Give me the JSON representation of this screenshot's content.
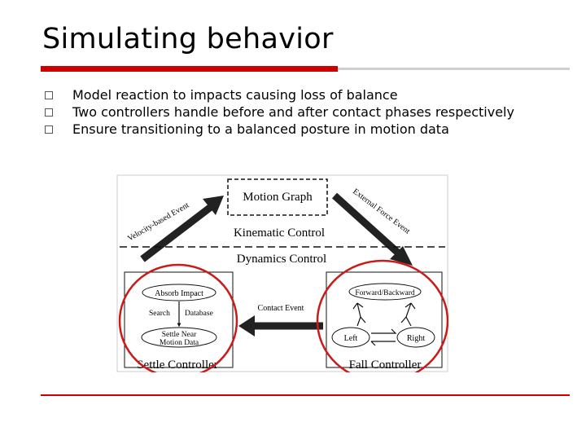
{
  "slide": {
    "title": "Simulating behavior",
    "bullets": [
      "Model reaction to impacts causing loss of balance",
      "Two controllers handle before and after contact phases respectively",
      "Ensure transitioning to a balanced posture in motion data"
    ]
  },
  "figure": {
    "motion_graph": "Motion Graph",
    "velocity_event": "Velocity-based Event",
    "external_force_event": "External Force Event",
    "kinematic_control": "Kinematic Control",
    "dynamics_control": "Dynamics Control",
    "contact_event": "Contact Event",
    "settle": {
      "absorb_impact": "Absorb Impact",
      "search": "Search",
      "database": "Database",
      "settle_line1": "Settle Near",
      "settle_line2": "Motion Data",
      "label": "Settle Controller"
    },
    "fall": {
      "forward_backward": "Forward/Backward",
      "left": "Left",
      "right": "Right",
      "label": "Fall Controller"
    }
  },
  "colors": {
    "accent_red": "#cc0000",
    "circle_red": "#cc1a1a",
    "rule_gray": "#cfcfcf"
  }
}
